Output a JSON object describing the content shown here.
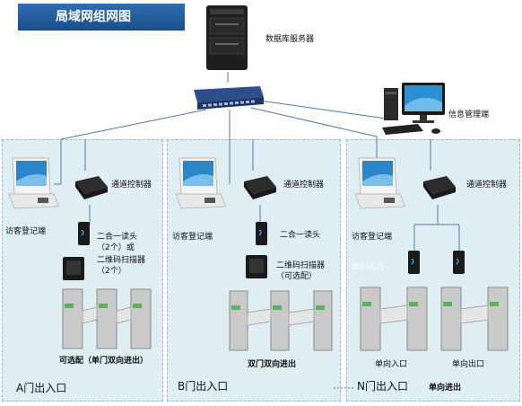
{
  "title": "局域网组网图",
  "server": {
    "label": "数据库服务器"
  },
  "info": {
    "label": "信息管理端"
  },
  "zones": [
    {
      "registration": "访客登记端",
      "controller": "通道控制器",
      "reader_text": [
        "二合一读头",
        "（2个）或",
        "二维码扫描器",
        "（2个）"
      ],
      "option_note": "可选配（单门双向进出）",
      "gate_label": "A门出入口"
    },
    {
      "registration": "访客登记端",
      "controller": "通道控制器",
      "reader_text": "二合一读头",
      "scanner_text": [
        "二维码扫描器",
        "（可选配）"
      ],
      "mode_note": "双门双向进出",
      "gate_label": "B门出入口"
    },
    {
      "registration": "访客登记端",
      "controller": "通道控制器",
      "entry_caption": "单向入口",
      "entry_label": "单向入口",
      "exit_label": "单向出口",
      "gate_label": "N门出入口",
      "mode_note": "单向进出"
    }
  ]
}
